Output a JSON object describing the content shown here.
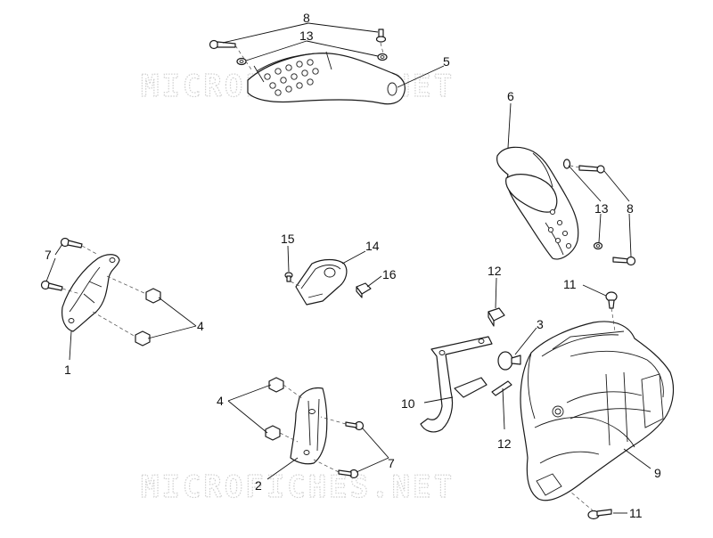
{
  "watermark": {
    "text": "MICROFICHES.NET"
  },
  "callouts": {
    "c1": "1",
    "c2": "2",
    "c3": "3",
    "c4a": "4",
    "c4b": "4",
    "c5": "5",
    "c6": "6",
    "c7a": "7",
    "c7b": "7",
    "c8a": "8",
    "c8b": "8",
    "c9": "9",
    "c10": "10",
    "c11a": "11",
    "c11b": "11",
    "c12a": "12",
    "c12b": "12",
    "c13a": "13",
    "c13b": "13",
    "c14": "14",
    "c15": "15",
    "c16": "16"
  },
  "colors": {
    "line": "#1a1a1a",
    "watermark": "#cfcfcf",
    "background": "#ffffff"
  }
}
